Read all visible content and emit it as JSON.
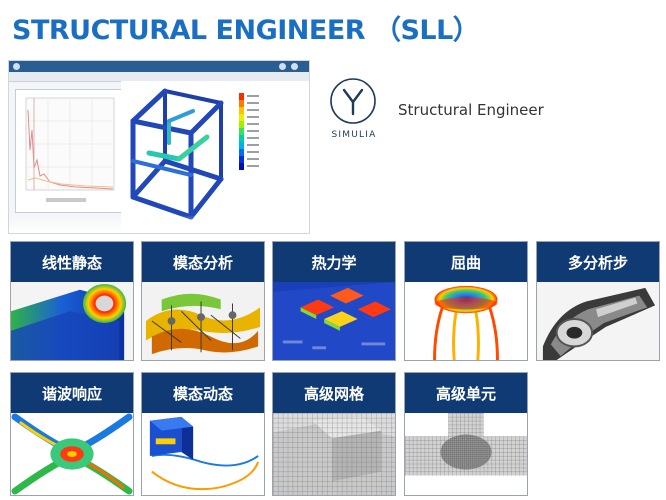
{
  "page": {
    "title": "STRUCTURAL ENGINEER （SLL）"
  },
  "brand": {
    "logo_word": "SIMULIA",
    "product_name": "Structural Engineer"
  },
  "colors": {
    "title": "#1b6fc2",
    "card_header": "#103a74",
    "card_header_text": "#ffffff"
  },
  "features": [
    {
      "label": "线性静态",
      "icon": "linear-static-image"
    },
    {
      "label": "模态分析",
      "icon": "modal-analysis-image"
    },
    {
      "label": "热力学",
      "icon": "thermodynamics-image"
    },
    {
      "label": "屈曲",
      "icon": "buckling-image"
    },
    {
      "label": "多分析步",
      "icon": "multi-step-image"
    },
    {
      "label": "谐波响应",
      "icon": "harmonic-response-image"
    },
    {
      "label": "模态动态",
      "icon": "modal-dynamics-image"
    },
    {
      "label": "高级网格",
      "icon": "advanced-mesh-image"
    },
    {
      "label": "高级单元",
      "icon": "advanced-elements-image"
    }
  ]
}
